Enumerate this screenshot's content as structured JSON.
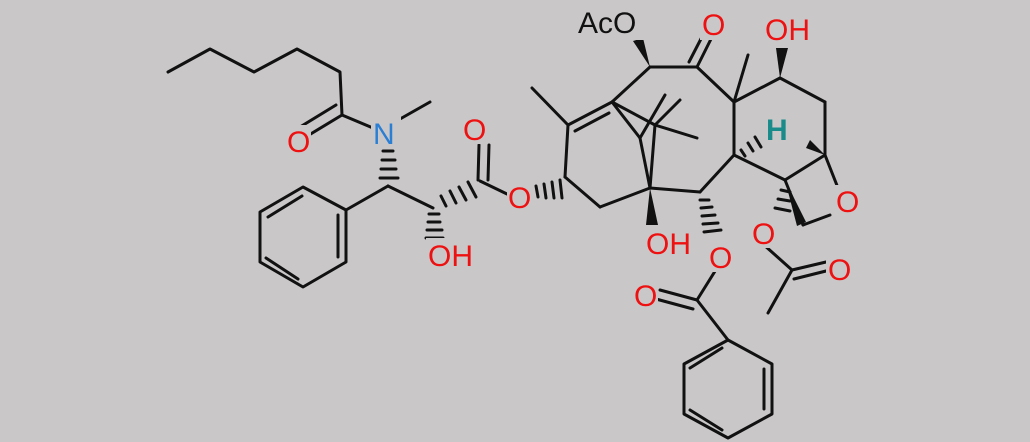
{
  "molecule": {
    "atoms": {
      "acetoxy_top": "AcO",
      "ketone_oxygen": "O",
      "hydroxyl_top": "OH",
      "hydrogen": "H",
      "oxetane_oxygen": "O",
      "ester_link_oxygen": "O",
      "ester_carbonyl_oxygen": "O",
      "nitrogen": "N",
      "amide_oxygen": "O",
      "side_chain_hydroxyl": "OH",
      "ring_hydroxyl": "OH",
      "benzoate_oxygen": "O",
      "benzoate_carbonyl_oxygen": "O",
      "acetate_oxygen": "O",
      "acetate_carbonyl_oxygen": "O"
    },
    "colors": {
      "background": "#c9c7c8",
      "bond": "#111111",
      "oxygen": "#ee1111",
      "nitrogen": "#2a7fd4",
      "hydrogen": "#1a8b8b"
    }
  }
}
